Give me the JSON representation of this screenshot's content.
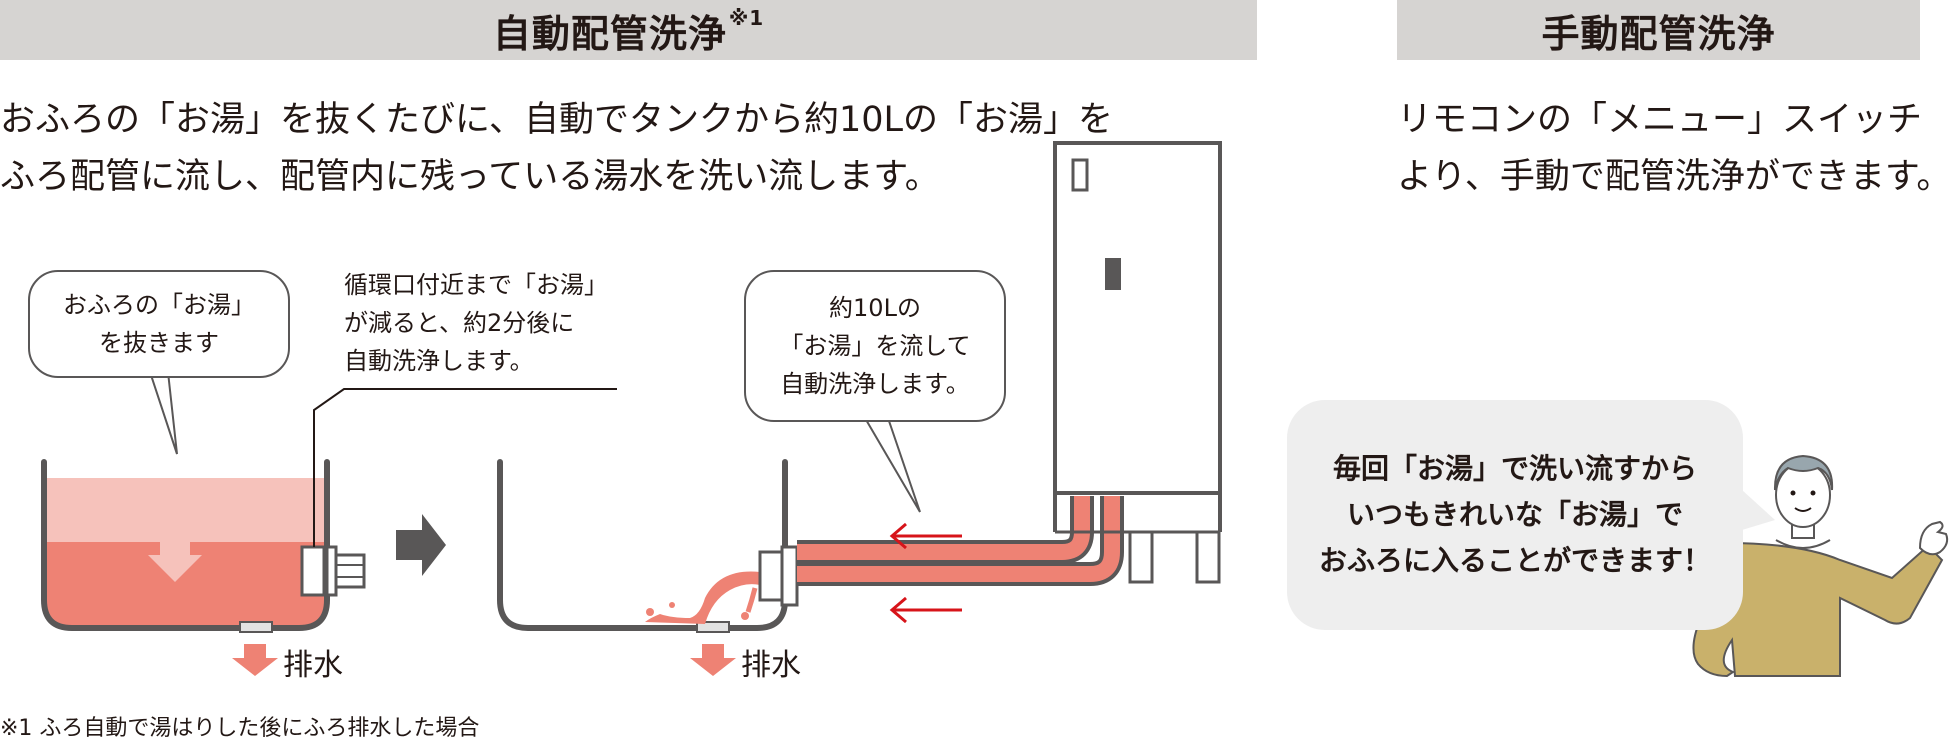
{
  "auto": {
    "title": "自動配管洗浄",
    "title_mark": "※1",
    "lead_line1": "おふろの「お湯」を抜くたびに、自動でタンクから約10Lの「お湯」を",
    "lead_line2": "ふろ配管に流し、配管内に残っている湯水を洗い流します。",
    "bubble1_line1": "おふろの「お湯」",
    "bubble1_line2": "を抜きます",
    "note_line1": "循環口付近まで「お湯」",
    "note_line2": "が減ると、約2分後に",
    "note_line3": "自動洗浄します。",
    "bubble2_line1": "約10Lの",
    "bubble2_line2": "「お湯」を流して",
    "bubble2_line3": "自動洗浄します。",
    "drain_label": "排水",
    "footnote": "※1 ふろ自動で湯はりした後にふろ排水した場合"
  },
  "manual": {
    "title": "手動配管洗浄",
    "lead_line1": "リモコンの「メニュー」スイッチ",
    "lead_line2": "より、手動で配管洗浄ができます。",
    "speech_line1": "毎回「お湯」で洗い流すから",
    "speech_line2": "いつもきれいな「お湯」で",
    "speech_line3": "おふろに入ることができます！"
  },
  "colors": {
    "header_bg": "#d6d4d2",
    "water": "#ee8274",
    "water_light": "#f6c2bb",
    "arrow_red": "#d7141a",
    "outline": "#595757",
    "bubble_bg": "#eeeeee",
    "person_shirt": "#c9b16b"
  }
}
